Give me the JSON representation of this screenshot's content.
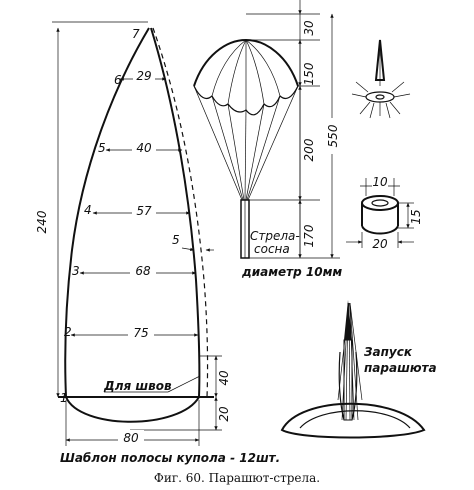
{
  "gore": {
    "points": [
      "1",
      "2",
      "3",
      "4",
      "5",
      "6",
      "7"
    ],
    "widths": [
      "80",
      "75",
      "68",
      "57",
      "40",
      "29"
    ],
    "height": "240",
    "offset": "5",
    "seam_height": "40",
    "arc_height": "20",
    "seam_label": "Для швов",
    "template_caption": "Шаблон полосы купола - 12шт."
  },
  "parachute": {
    "dims": [
      "30",
      "150",
      "200",
      "170"
    ],
    "total": "550",
    "arrow_label_1": "Стрела-",
    "arrow_label_2": "сосна",
    "diameter_label": "диаметр 10мм"
  },
  "detail": {
    "dims": [
      "10",
      "15",
      "20"
    ]
  },
  "launch": {
    "label_1": "Запуск",
    "label_2": "парашюта"
  },
  "figure_caption": "Фиг. 60. Парашют-стрела."
}
